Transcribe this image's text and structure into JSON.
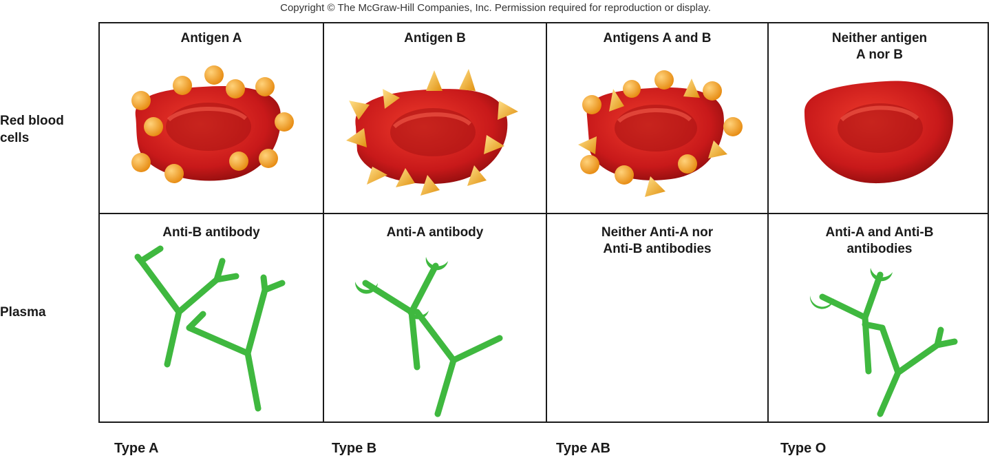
{
  "copyright": "Copyright © The McGraw-Hill Companies, Inc. Permission required for reproduction or display.",
  "row_labels": [
    "Red blood\ncells",
    "Plasma"
  ],
  "columns": [
    {
      "rbc_title": "Antigen A",
      "plasma_title": "Anti-B antibody",
      "type": "Type A"
    },
    {
      "rbc_title": "Antigen B",
      "plasma_title": "Anti-A antibody",
      "type": "Type B"
    },
    {
      "rbc_title": "Antigens A and B",
      "plasma_title": "Neither Anti-A nor\nAnti-B antibodies",
      "type": "Type AB"
    },
    {
      "rbc_title": "Neither antigen\nA nor B",
      "plasma_title": "Anti-A and Anti-B\nantibodies",
      "type": "Type O"
    }
  ],
  "colors": {
    "cell": "#c8191a",
    "antigen": "#f0a21a",
    "antibody": "#3fb83f"
  }
}
